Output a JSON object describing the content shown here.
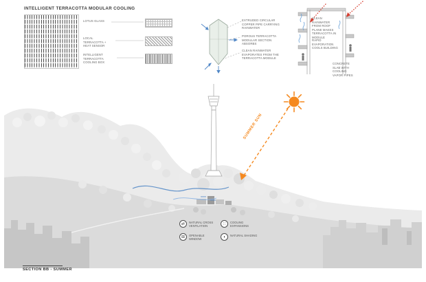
{
  "board": {
    "title": "INTELLIGENT TERRACOTTA MODULAR COOLING",
    "section_label": "SECTION BB - SUMMER"
  },
  "panel": {
    "labels": [
      {
        "text": "LOTUS GLASS"
      },
      {
        "text": "LOCAL TERRACOTTA + HEAT SENSOR"
      },
      {
        "text": "INTELLIGENT TERRACOTTA COOLING BOX"
      }
    ]
  },
  "module": {
    "labels": [
      {
        "text": "EXTRUDED CIRCULAR COPPER PIPE CARRYING RAINWATER"
      },
      {
        "text": "POROUS TERRACOTTA MODULAR SECTION ABSORBS"
      },
      {
        "text": "CLEAN RAINWATER EVAPORATES FROM THE TERRACOTTA MODULE"
      }
    ]
  },
  "wall": {
    "labels": [
      {
        "text": "CLEAN RAINWATER FROM ROOF PLANE MAKES TERRACOTTA IN MODULE"
      },
      {
        "text": "RAPID EVAPORATION COOLS BUILDING"
      },
      {
        "text": "CONCRETE SLAB WITH COOLING VAPOR PIPES"
      }
    ]
  },
  "sun": {
    "label": "SUMMER SUN",
    "color": "#f5891f"
  },
  "legend": {
    "items": [
      {
        "label": "NATURAL CROSS VENTILATION",
        "glyph": "⇄"
      },
      {
        "label": "COOLING EXPANSIONS",
        "glyph": "∷"
      },
      {
        "label": "OPENABLE WINDOW",
        "glyph": "⊞"
      },
      {
        "label": "NATURAL SHADING",
        "glyph": "◗"
      }
    ]
  },
  "colors": {
    "accent_orange": "#f5891f",
    "accent_blue": "#4f86c6",
    "accent_red": "#d63c2e",
    "hill_gray": "#dbdbdb"
  }
}
